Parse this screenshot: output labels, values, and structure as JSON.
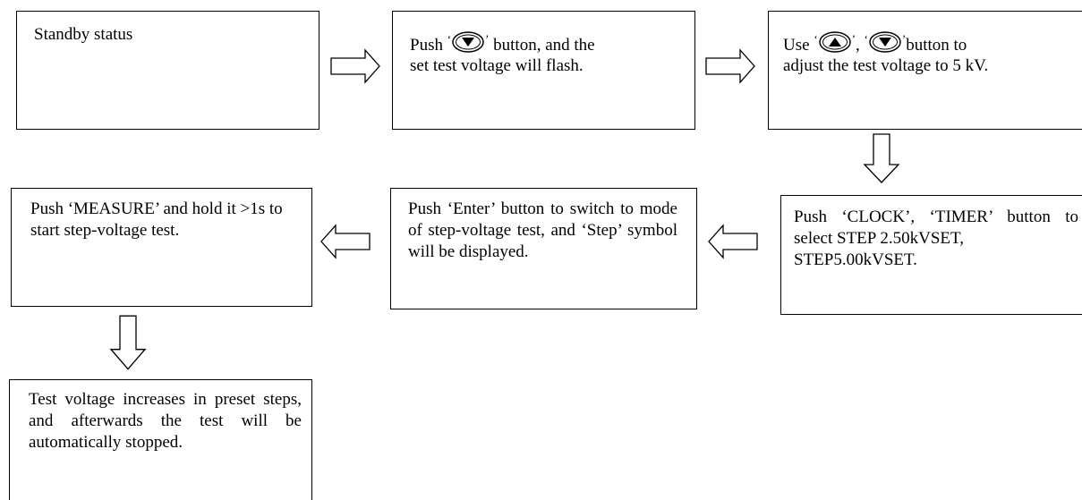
{
  "steps": {
    "s1": {
      "text": "Standby status"
    },
    "s2": {
      "prefix": "Push",
      "line1_suffix": "button, and the",
      "line2": "set test voltage will flash."
    },
    "s3": {
      "prefix": "Use",
      "line1_suffix": "button to",
      "line2": "adjust the test voltage to 5 kV."
    },
    "s4": {
      "text": "Push ‘CLOCK’, ‘TIMER’ button to select STEP 2.50kVSET,",
      "line_last": "STEP5.00kVSET."
    },
    "s5": {
      "text": "Push ‘Enter’ button to switch to mode of step-voltage test, and ‘Step’ symbol will be displayed."
    },
    "s6": {
      "text": "Push ‘MEASURE’ and hold it >1s to start step-voltage test."
    },
    "s7": {
      "text": "Test voltage increases in preset steps, and afterwards the test will be automatically stopped."
    }
  },
  "icons": {
    "down_button": "down-triangle-button-icon",
    "up_button": "up-triangle-button-icon"
  },
  "punct": {
    "open": "‘",
    "close": "’",
    "comma_gap": ","
  }
}
